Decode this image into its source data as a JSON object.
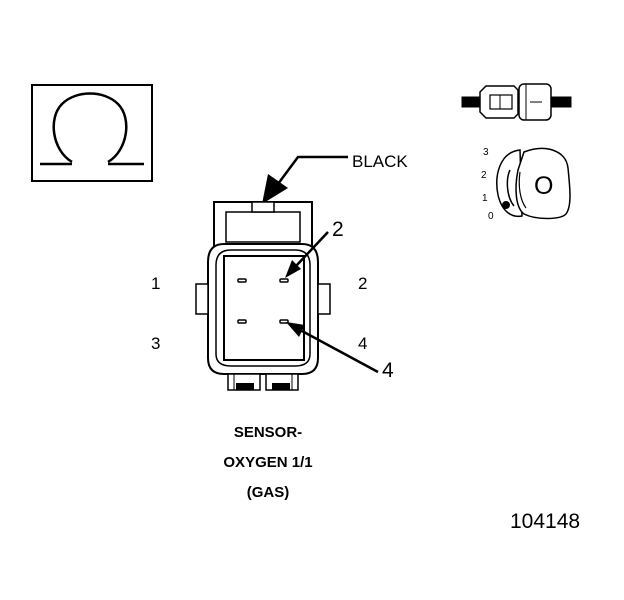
{
  "diagram": {
    "wire_color_label": "BLACK",
    "cavity_callouts": [
      "2",
      "4"
    ],
    "pin_labels": [
      "1",
      "2",
      "3",
      "4"
    ],
    "terminal_view_labels": [
      "3",
      "2",
      "1",
      "0"
    ],
    "terminal_view_letter": "O",
    "caption_lines": [
      "SENSOR-",
      "OXYGEN 1/1",
      "(GAS)"
    ],
    "figure_number": "104148"
  }
}
